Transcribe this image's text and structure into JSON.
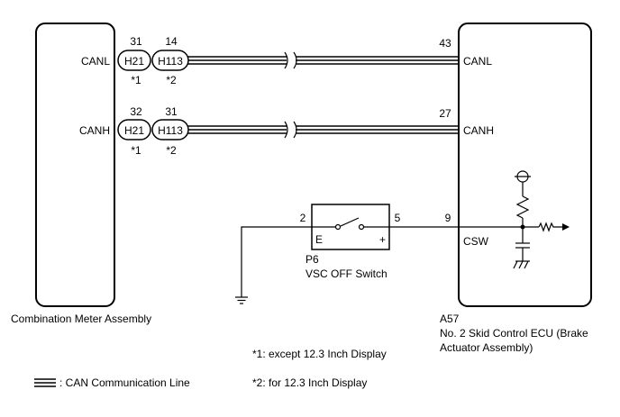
{
  "components": {
    "meter": {
      "name": "Combination Meter Assembly",
      "pins": {
        "canl": "CANL",
        "canh": "CANH"
      }
    },
    "ecu": {
      "code": "A57",
      "name_line1": "No. 2 Skid Control ECU (Brake",
      "name_line2": "Actuator Assembly)",
      "pins": {
        "canl": "CANL",
        "canh": "CANH",
        "csw": "CSW"
      },
      "pin_numbers": {
        "canl": "43",
        "canh": "27",
        "csw": "9"
      }
    },
    "switch": {
      "code": "P6",
      "name": "VSC OFF Switch",
      "pin_left": "2",
      "pin_right": "5",
      "label_left": "E",
      "label_right": "+"
    }
  },
  "connectors": {
    "canl": {
      "h21": {
        "label": "H21",
        "pin": "31",
        "note": "*1"
      },
      "h113": {
        "label": "H113",
        "pin": "14",
        "note": "*2"
      }
    },
    "canh": {
      "h21": {
        "label": "H21",
        "pin": "32",
        "note": "*1"
      },
      "h113": {
        "label": "H113",
        "pin": "31",
        "note": "*2"
      }
    }
  },
  "notes": {
    "n1": "*1: except 12.3 Inch Display",
    "n2": "*2: for 12.3 Inch Display"
  },
  "legend": {
    "can_line": ": CAN Communication Line"
  }
}
